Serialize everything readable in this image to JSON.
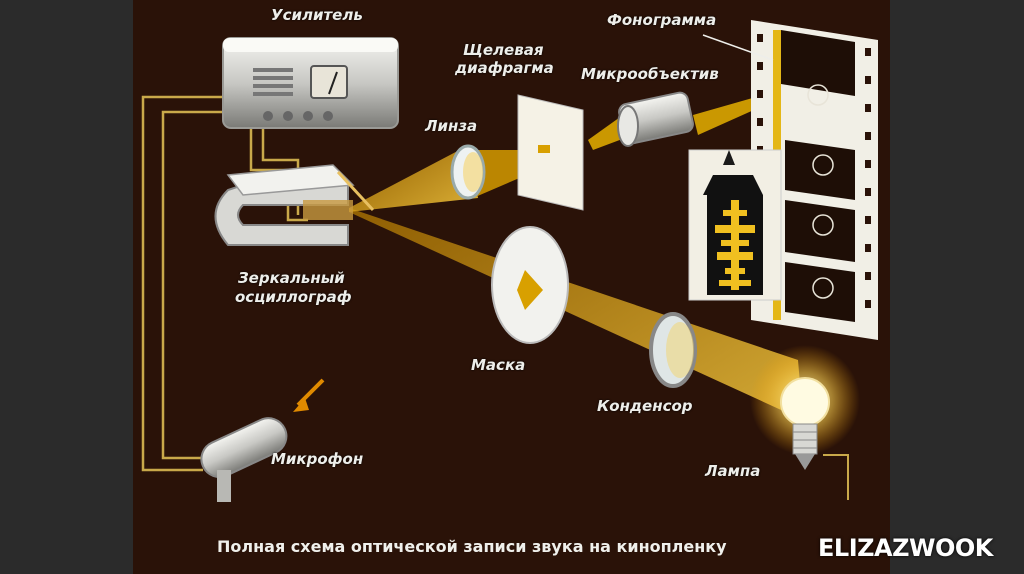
{
  "diagram": {
    "labels": {
      "amplifier": "Усилитель",
      "slit_1": "Щелевая",
      "slit_2": "диафрагма",
      "phonogram": "Фонограмма",
      "micro_objective": "Микрообъектив",
      "lens": "Линза",
      "oscillograph_1": "Зеркальный",
      "oscillograph_2": "осциллограф",
      "mask": "Маска",
      "condenser": "Конденсор",
      "microphone": "Микрофон",
      "lamp": "Лампа"
    },
    "caption": "Полная схема оптической записи звука на кинопленку"
  },
  "watermark": "ELIZAZWOOK",
  "colors": {
    "background": "#2a1208",
    "beam": "#f0b400",
    "frame": "#2b2b2b",
    "wire": "#c9a94a"
  }
}
